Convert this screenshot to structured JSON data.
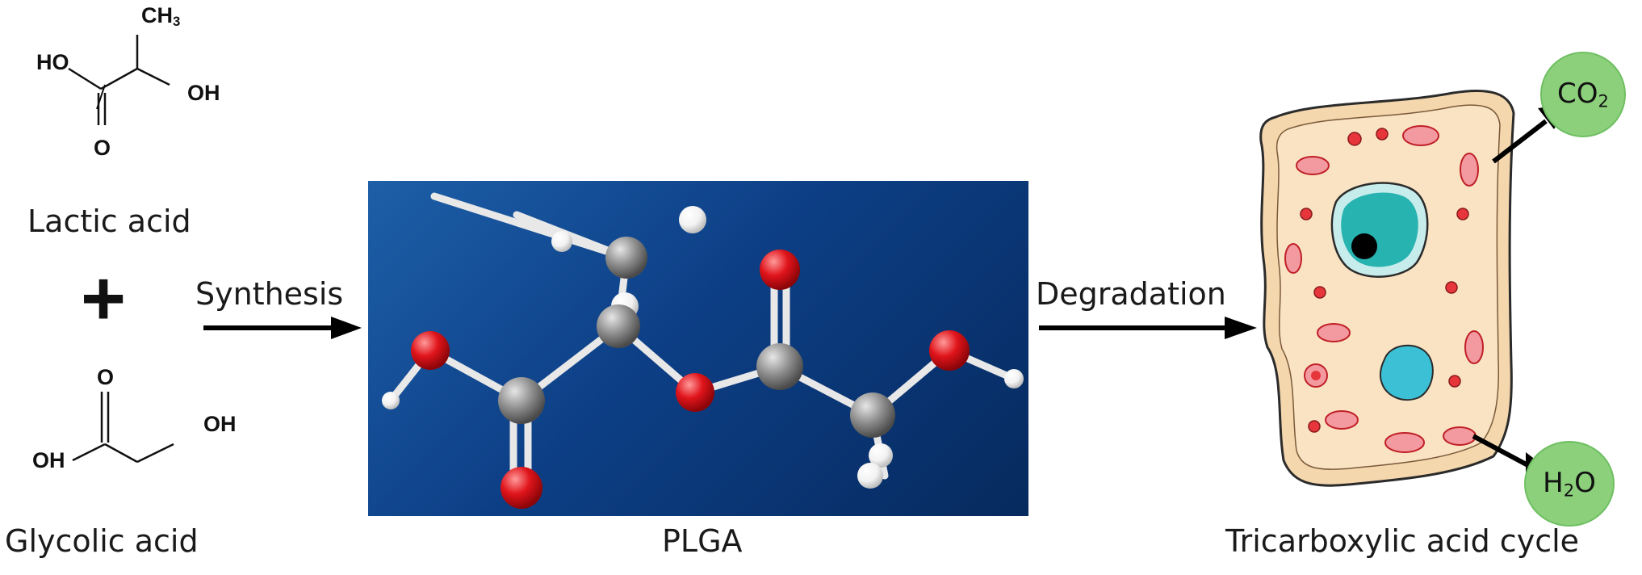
{
  "labels": {
    "lactic_acid": "Lactic acid",
    "plus": "+",
    "glycolic_acid": "Glycolic acid",
    "synthesis": "Synthesis",
    "plga": "PLGA",
    "degradation": "Degradation",
    "tca_cycle": "Tricarboxylic acid cycle"
  },
  "lactic_structure": {
    "ch3": "CH",
    "ch3_sub": "3",
    "ho": "HO",
    "oh": "OH",
    "o": "O"
  },
  "glycolic_structure": {
    "o": "O",
    "oh_left": "OH",
    "oh_right": "OH"
  },
  "products": {
    "co2_main": "CO",
    "co2_sub": "2",
    "h2o_pre": "H",
    "h2o_sub": "2",
    "h2o_post": "O"
  },
  "colors": {
    "panel_background": "#0d3f86",
    "carbon_atom": "#8c8c8c",
    "oxygen_atom": "#e0141b",
    "hydrogen_atom": "#f2f2f2",
    "cell_cytoplasm": "#f7dcb4",
    "nucleus": "#27b3b0",
    "bubble": "#8cd07c"
  }
}
